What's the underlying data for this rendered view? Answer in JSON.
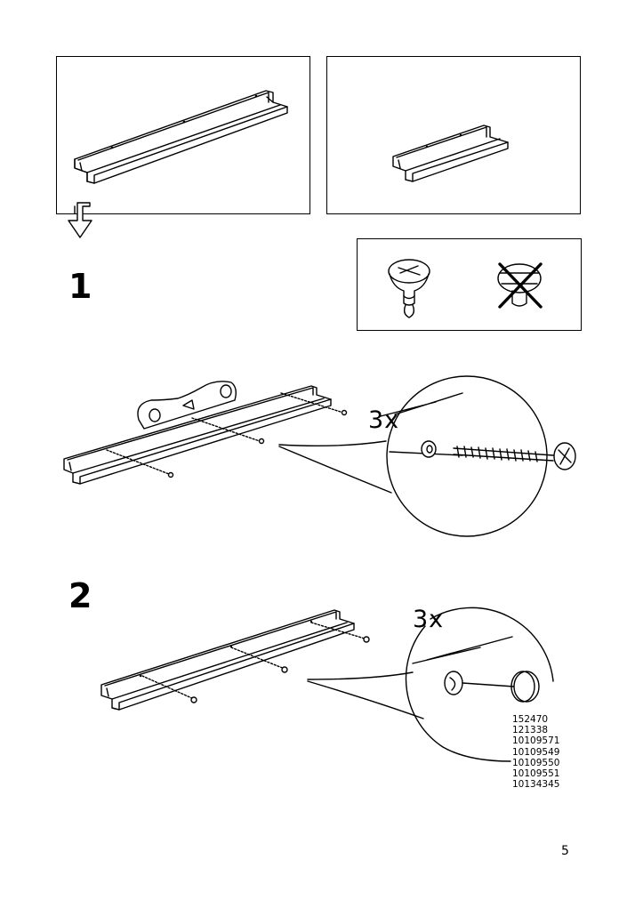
{
  "page": {
    "number": "5"
  },
  "steps": [
    {
      "number": "1",
      "quantity": "3x"
    },
    {
      "number": "2",
      "quantity": "3x"
    }
  ],
  "article_numbers": [
    "152470",
    "121338",
    "10109571",
    "10109549",
    "10109550",
    "10109551",
    "10134345"
  ],
  "icons": {
    "long_shelf": "long-shelf-icon",
    "short_shelf": "short-shelf-icon",
    "next_arrow": "down-arrow-icon",
    "correct_screw": "screw-head-correct-icon",
    "wrong_screw": "screw-head-wrong-icon",
    "spirit_level": "spirit-level-icon",
    "screw": "screw-icon",
    "cover_cap": "cover-cap-icon"
  }
}
